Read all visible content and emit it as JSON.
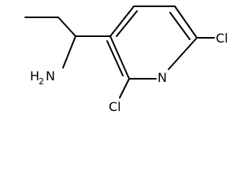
{
  "atoms": {
    "chlorine_right": "Cl",
    "chlorine_bottom": "Cl",
    "nitrogen_ring": "N",
    "amine_prefix": "H",
    "amine_subscript": "2",
    "amine_suffix": "N"
  },
  "colors": {
    "bond": "#000000",
    "text": "#000000",
    "background": "#ffffff"
  }
}
